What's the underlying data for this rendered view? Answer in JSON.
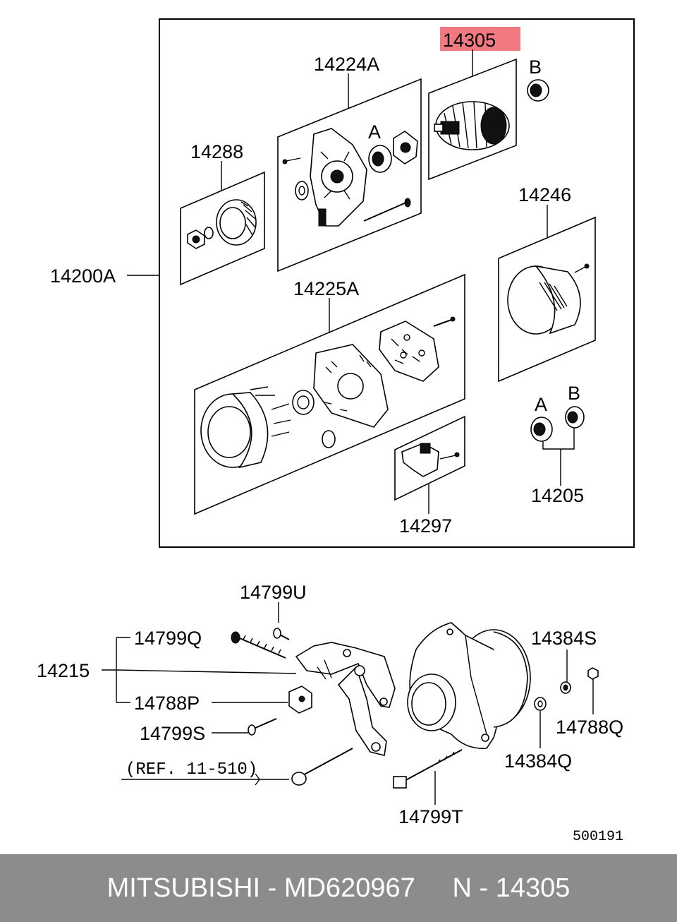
{
  "highlight_color": "#f07a80",
  "footer_bg": "#8c8c8c",
  "callouts": {
    "c14305": "14305",
    "c14224A": "14224A",
    "cB1": "B",
    "cA1": "A",
    "c14288": "14288",
    "c14246": "14246",
    "c14200A": "14200A",
    "c14225A": "14225A",
    "cA2": "A",
    "cB2": "B",
    "c14205": "14205",
    "c14297": "14297",
    "c14799U": "14799U",
    "c14799Q": "14799Q",
    "c14384S": "14384S",
    "c14215": "14215",
    "c14788P": "14788P",
    "c14788Q": "14788Q",
    "c14799S": "14799S",
    "c14384Q": "14384Q",
    "ref": "(REF. 11-510)",
    "c14799T": "14799T",
    "diagram_id": "500191"
  },
  "footer": {
    "text": "MITSUBISHI - MD620967     N - 14305"
  }
}
